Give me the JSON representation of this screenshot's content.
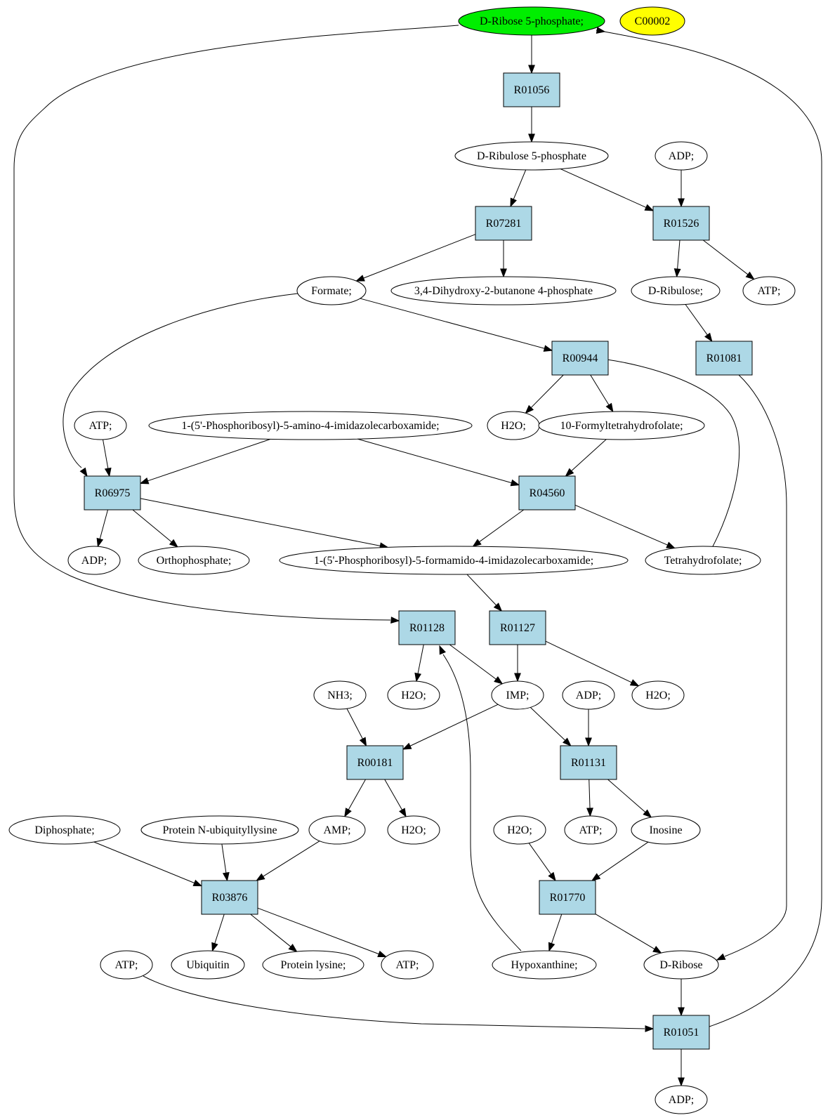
{
  "colors": {
    "compound": "#ffffff",
    "reaction": "#add8e6",
    "start": "#00ee00",
    "highlight": "#ffff00",
    "stroke": "#000000"
  },
  "nodes": {
    "c_r5p": "D-Ribose 5-phosphate;",
    "c_c00002": "C00002",
    "r_R01056": "R01056",
    "c_ru5p": "D-Ribulose 5-phosphate",
    "c_adp_1": "ADP;",
    "r_R07281": "R07281",
    "r_R01526": "R01526",
    "c_formate": "Formate;",
    "c_dhbp": "3,4-Dihydroxy-2-butanone 4-phosphate",
    "c_dribulose": "D-Ribulose;",
    "c_atp_1": "ATP;",
    "r_R00944": "R00944",
    "r_R01081": "R01081",
    "c_atp_2": "ATP;",
    "c_aicar": "1-(5'-Phosphoribosyl)-5-amino-4-imidazolecarboxamide;",
    "c_h2o_1": "H2O;",
    "c_10fthf": "10-Formyltetrahydrofolate;",
    "r_R06975": "R06975",
    "r_R04560": "R04560",
    "c_adp_2": "ADP;",
    "c_pi": "Orthophosphate;",
    "c_faicar": "1-(5'-Phosphoribosyl)-5-formamido-4-imidazolecarboxamide;",
    "c_thf": "Tetrahydrofolate;",
    "r_R01128": "R01128",
    "r_R01127": "R01127",
    "c_nh3": "NH3;",
    "c_h2o_2": "H2O;",
    "c_imp": "IMP;",
    "c_adp_3": "ADP;",
    "c_h2o_3": "H2O;",
    "r_R00181": "R00181",
    "r_R01131": "R01131",
    "c_diphosphate": "Diphosphate;",
    "c_prot_ub": "Protein N-ubiquityllysine",
    "c_amp": "AMP;",
    "c_h2o_4": "H2O;",
    "c_h2o_5": "H2O;",
    "c_atp_3": "ATP;",
    "c_inosine": "Inosine",
    "r_R03876": "R03876",
    "r_R01770": "R01770",
    "c_atp_4": "ATP;",
    "c_ubiquitin": "Ubiquitin",
    "c_protlys": "Protein lysine;",
    "c_atp_5": "ATP;",
    "c_hypox": "Hypoxanthine;",
    "c_dribose": "D-Ribose",
    "r_R01051": "R01051",
    "c_adp_4": "ADP;"
  }
}
